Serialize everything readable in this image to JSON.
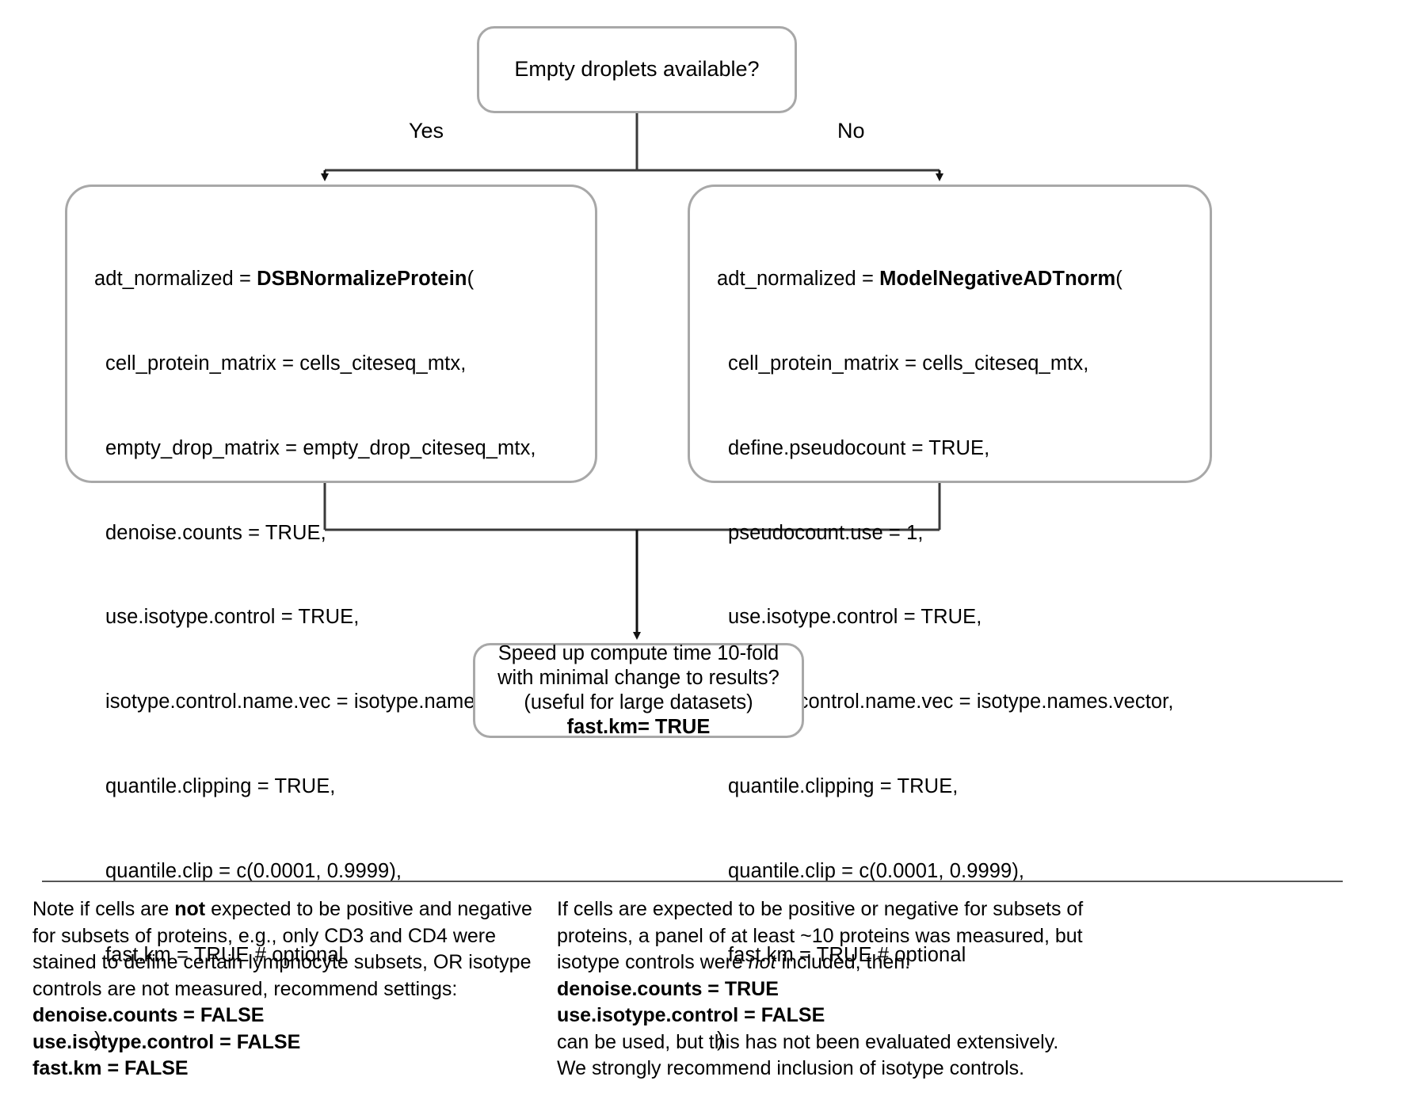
{
  "diagram": {
    "title_node": {
      "text": "Empty droplets available?"
    },
    "edge_labels": {
      "yes": "Yes",
      "no": "No"
    },
    "left_branch": {
      "assignment_prefix": "adt_normalized = ",
      "function_name": "DSBNormalizeProtein",
      "open_paren": "(",
      "args": [
        "cell_protein_matrix = cells_citeseq_mtx,",
        "empty_drop_matrix = empty_drop_citeseq_mtx,",
        "denoise.counts = TRUE,",
        "use.isotype.control = TRUE,",
        "isotype.control.name.vec = isotype.names.vector,",
        "quantile.clipping = TRUE,",
        "quantile.clip = c(0.0001, 0.9999),",
        "fast.km = TRUE # optional"
      ],
      "close_paren": ")"
    },
    "right_branch": {
      "assignment_prefix": "adt_normalized = ",
      "function_name": "ModelNegativeADTnorm",
      "open_paren": "(",
      "args": [
        "cell_protein_matrix = cells_citeseq_mtx,",
        "define.pseudocount = TRUE,",
        "pseudocount.use = 1,",
        "use.isotype.control = TRUE,",
        "isotype.control.name.vec = isotype.names.vector,",
        "quantile.clipping = TRUE,",
        "quantile.clip = c(0.0001, 0.9999),",
        "fast.km = TRUE # optional"
      ],
      "close_paren": ")"
    },
    "merge_node": {
      "line1": "Speed up compute time 10-fold",
      "line2": "with minimal change to results?",
      "line3": "(useful for large datasets)",
      "line4": "fast.km= TRUE"
    }
  },
  "notes": {
    "left": {
      "line1_a": "Note if cells are ",
      "line1_b": "not",
      "line1_c": " expected to be positive and negative",
      "line2": "for subsets of proteins, e.g., only CD3 and CD4 were",
      "line3": "stained to define certain lymphocyte subsets, OR isotype",
      "line4": "controls are not measured, recommend settings:",
      "line5": "denoise.counts = FALSE",
      "line6": "use.isotype.control = FALSE",
      "line7": "fast.km = FALSE"
    },
    "right": {
      "line1": "If cells are expected to be positive or negative for subsets of",
      "line2": "proteins, a panel of at least ~10 proteins was measured, but",
      "line3_a": "isotype controls were ",
      "line3_b": "not",
      "line3_c": " included, then:",
      "line4": "denoise.counts = TRUE",
      "line5": "use.isotype.control = FALSE",
      "line6": "can be used, but this has not been evaluated extensively.",
      "line7": "We strongly recommend inclusion of isotype controls."
    }
  },
  "colors": {
    "node_border": "#a8a8a8",
    "edge_stroke": "#3a3a3a",
    "divider": "#555555",
    "text": "#000000",
    "background": "#ffffff"
  }
}
